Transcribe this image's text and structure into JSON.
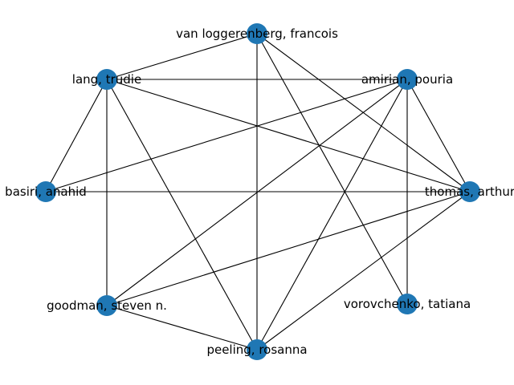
{
  "graph": {
    "node_color": "#1f77b4",
    "edge_color": "#000000",
    "nodes": [
      {
        "id": "van_loggerenberg",
        "label": "van loggerenberg, francois"
      },
      {
        "id": "amirian",
        "label": "amirian, pouria"
      },
      {
        "id": "thomas",
        "label": "thomas, arthur"
      },
      {
        "id": "vorovchenko",
        "label": "vorovchenko, tatiana"
      },
      {
        "id": "peeling",
        "label": "peeling, rosanna"
      },
      {
        "id": "goodman",
        "label": "goodman, steven n."
      },
      {
        "id": "basiri",
        "label": "basiri, anahid"
      },
      {
        "id": "lang",
        "label": "lang, trudie"
      }
    ],
    "edges": [
      [
        "van_loggerenberg",
        "lang"
      ],
      [
        "van_loggerenberg",
        "peeling"
      ],
      [
        "van_loggerenberg",
        "thomas"
      ],
      [
        "van_loggerenberg",
        "vorovchenko"
      ],
      [
        "lang",
        "amirian"
      ],
      [
        "lang",
        "thomas"
      ],
      [
        "lang",
        "basiri"
      ],
      [
        "lang",
        "goodman"
      ],
      [
        "lang",
        "peeling"
      ],
      [
        "amirian",
        "basiri"
      ],
      [
        "amirian",
        "goodman"
      ],
      [
        "amirian",
        "peeling"
      ],
      [
        "amirian",
        "thomas"
      ],
      [
        "amirian",
        "vorovchenko"
      ],
      [
        "basiri",
        "thomas"
      ],
      [
        "thomas",
        "goodman"
      ],
      [
        "thomas",
        "peeling"
      ],
      [
        "goodman",
        "peeling"
      ]
    ]
  }
}
